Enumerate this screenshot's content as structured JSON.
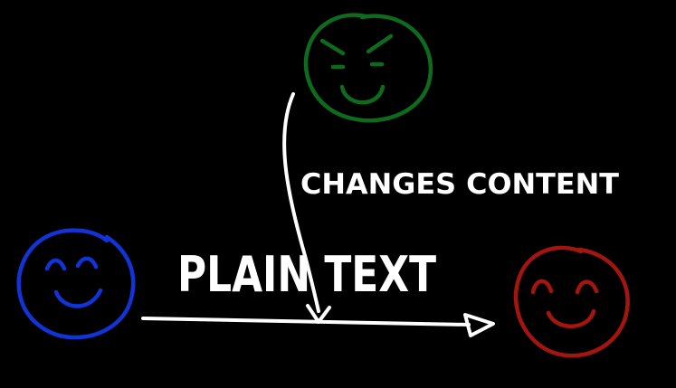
{
  "diagram": {
    "background_color": "#000000",
    "labels": {
      "message_label": "PLAIN TEXT",
      "tamper_label": "CHANGES CONTENT"
    },
    "actors": [
      {
        "role": "sender",
        "icon": "smiling-face-icon",
        "color": "#1233d6"
      },
      {
        "role": "attacker",
        "icon": "evil-grinning-face-icon",
        "color": "#0e6b1e"
      },
      {
        "role": "receiver",
        "icon": "smiling-face-icon",
        "color": "#a3160f"
      }
    ],
    "arrows": [
      {
        "from": "sender",
        "to": "receiver",
        "meaning": "message"
      },
      {
        "from": "attacker",
        "to": "message",
        "meaning": "tampering"
      }
    ]
  }
}
